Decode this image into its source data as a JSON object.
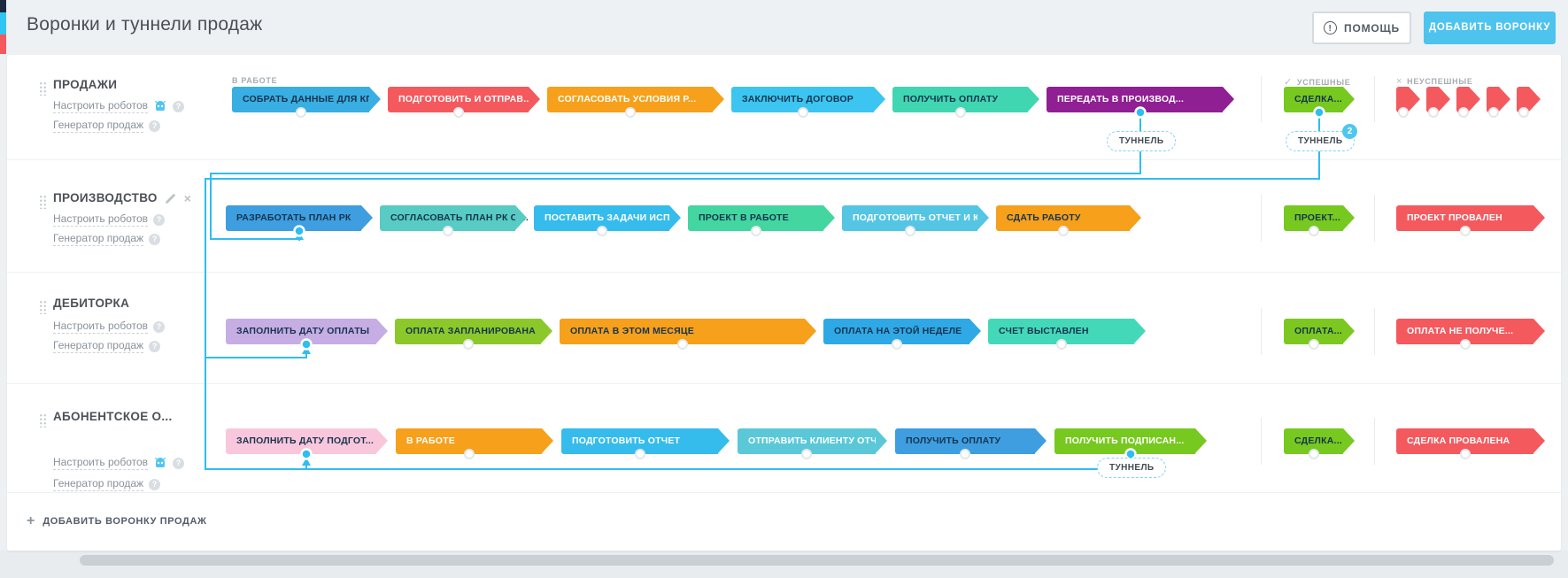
{
  "app": {
    "title": "Воронки и туннели продаж"
  },
  "header": {
    "help_button": "ПОМОЩЬ",
    "add_funnel_button": "ДОБАВИТЬ ВОРОНКУ"
  },
  "zone_headers": {
    "in_progress": "В РАБОТЕ",
    "success": "УСПЕШНЫЕ",
    "fail": "НЕУСПЕШНЫЕ"
  },
  "row_links": {
    "robots": "Настроить роботов",
    "generator": "Генератор продаж"
  },
  "tunnels": {
    "label1": "ТУННЕЛЬ",
    "label2": "ТУННЕЛЬ",
    "label3": "ТУННЕЛЬ",
    "badge2_count": "2"
  },
  "footer": {
    "add_funnel": "ДОБАВИТЬ ВОРОНКУ ПРОДАЖ"
  },
  "colors": {
    "accent_blue": "#4dc3ee",
    "tunnel_line": "#2fbdf2",
    "success_green": "#77c81f",
    "fail_red": "#f4595e"
  },
  "funnels": [
    {
      "title": "ПРОДАЖИ",
      "stages": [
        {
          "label": "СОБРАТЬ ДАННЫЕ ДЛЯ КП",
          "bg": "#39aee3",
          "fg": "#17344e"
        },
        {
          "label": "ПОДГОТОВИТЬ И ОТПРАВ...",
          "bg": "#f4595e",
          "fg": "#ffffff"
        },
        {
          "label": "СОГЛАСОВАТЬ УСЛОВИЯ Р...",
          "bg": "#f6a01b",
          "fg": "#ffffff"
        },
        {
          "label": "ЗАКЛЮЧИТЬ ДОГОВОР",
          "bg": "#3bc5f0",
          "fg": "#17344e"
        },
        {
          "label": "ПОЛУЧИТЬ ОПЛАТУ",
          "bg": "#40d6b2",
          "fg": "#17344e"
        },
        {
          "label": "ПЕРЕДАТЬ В ПРОИЗВОД...",
          "bg": "#8f1f93",
          "fg": "#ffffff"
        }
      ],
      "success_stage": {
        "label": "СДЕЛКА...",
        "bg": "#77c81f",
        "fg": "#17344e"
      },
      "fail_flags_count": 5
    },
    {
      "title": "ПРОИЗВОДСТВО",
      "stages": [
        {
          "label": "РАЗРАБОТАТЬ ПЛАН РК",
          "bg": "#3e9ee0",
          "fg": "#17344e"
        },
        {
          "label": "СОГЛАСОВАТЬ ПЛАН РК С ...",
          "bg": "#57cbc4",
          "fg": "#17344e"
        },
        {
          "label": "ПОСТАВИТЬ ЗАДАЧИ ИСП...",
          "bg": "#35bcec",
          "fg": "#ffffff"
        },
        {
          "label": "ПРОЕКТ В РАБОТЕ",
          "bg": "#43d6a0",
          "fg": "#17344e"
        },
        {
          "label": "ПОДГОТОВИТЬ ОТЧЕТ И К...",
          "bg": "#55c5e4",
          "fg": "#ffffff"
        },
        {
          "label": "СДАТЬ РАБОТУ",
          "bg": "#f6a01b",
          "fg": "#17344e"
        }
      ],
      "success_stage": {
        "label": "ПРОЕКТ...",
        "bg": "#77c81f",
        "fg": "#17344e"
      },
      "fail_stage": {
        "label": "ПРОЕКТ ПРОВАЛЕН",
        "bg": "#f4595e",
        "fg": "#ffffff"
      }
    },
    {
      "title": "ДЕБИТОРКА",
      "stages": [
        {
          "label": "ЗАПОЛНИТЬ ДАТУ ОПЛАТЫ",
          "bg": "#c6ade4",
          "fg": "#17344e"
        },
        {
          "label": "ОПЛАТА ЗАПЛАНИРОВАНА",
          "bg": "#8cc82a",
          "fg": "#17344e"
        },
        {
          "label": "ОПЛАТА В ЭТОМ МЕСЯЦЕ",
          "bg": "#f6a01b",
          "fg": "#17344e"
        },
        {
          "label": "ОПЛАТА НА ЭТОЙ НЕДЕЛЕ",
          "bg": "#2fa8e6",
          "fg": "#17344e"
        },
        {
          "label": "СЧЕТ ВЫСТАВЛЕН",
          "bg": "#43d8b8",
          "fg": "#17344e"
        }
      ],
      "success_stage": {
        "label": "ОПЛАТА...",
        "bg": "#7cc820",
        "fg": "#17344e"
      },
      "fail_stage": {
        "label": "ОПЛАТА НЕ ПОЛУЧЕ...",
        "bg": "#f4595e",
        "fg": "#ffffff"
      }
    },
    {
      "title": "АБОНЕНТСКОЕ О...",
      "stages": [
        {
          "label": "ЗАПОЛНИТЬ ДАТУ ПОДГОТ...",
          "bg": "#f9c7dc",
          "fg": "#17344e"
        },
        {
          "label": "В РАБОТЕ",
          "bg": "#f6a01b",
          "fg": "#ffffff"
        },
        {
          "label": "ПОДГОТОВИТЬ ОТЧЕТ",
          "bg": "#35bcec",
          "fg": "#ffffff"
        },
        {
          "label": "ОТПРАВИТЬ КЛИЕНТУ ОТЧ...",
          "bg": "#5bc8d8",
          "fg": "#ffffff"
        },
        {
          "label": "ПОЛУЧИТЬ ОПЛАТУ",
          "bg": "#3e9ee0",
          "fg": "#17344e"
        },
        {
          "label": "ПОЛУЧИТЬ ПОДПИСАН...",
          "bg": "#77c81f",
          "fg": "#ffffff"
        }
      ],
      "success_stage": {
        "label": "СДЕЛКА...",
        "bg": "#77c81f",
        "fg": "#17344e"
      },
      "fail_stage": {
        "label": "СДЕЛКА ПРОВАЛЕНА",
        "bg": "#f4595e",
        "fg": "#ffffff"
      }
    }
  ]
}
